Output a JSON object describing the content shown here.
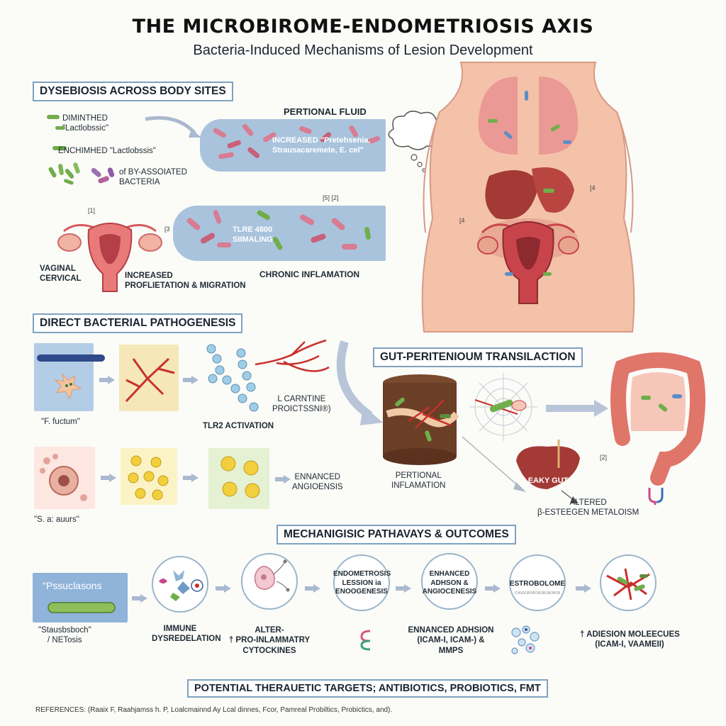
{
  "header": {
    "title": "THE MICROBIROME-ENDOMETRIOSIS AXIS",
    "subtitle": "Bacteria-Induced Mechanisms of Lesion Development"
  },
  "dysbiosis": {
    "section_title": "DYSEBIOSIS ACROSS BODY SITES",
    "diminished": "DIMINTHED\n\"Lactlobssic\"",
    "enriched": "ENCHIMHED \"Lactlobssis\"",
    "by_associated": "of BY-ASSOIATED\nBACTERIA",
    "peritoneal_fluid": "PERTIONAL FLUID",
    "increased_species": "INCREASED \"Pretehsenia,\nStrausacaremete, E. cel\"",
    "ref_1": "[1]",
    "ref_3": "[3",
    "ref_ref": "[5] [2]",
    "tlr_signaling": "TLRE 4800\nSIIMALING",
    "vaginal_cervical": "VAGINAL\nCERVICAL",
    "increased_prolif": "INCREASED\nPROFLIETATION & MIGRATION",
    "chronic_inflammation": "CHRONIC INFLAMATION",
    "body_ref_left": "[4",
    "body_ref_right": "[4"
  },
  "direct": {
    "section_title": "DIRECT BACTERIAL PATHOGENESIS",
    "f_fuctum": "\"F. fuctum\"",
    "tlr2": "TLR2 ACTIVATION",
    "l_carnitine": "L CARNTINE\nPROICTSSNI®)",
    "s_aureus": "\"S. a: auurs\"",
    "enhanced_angio": "ENNANCED\nANGIOENSIS"
  },
  "gut": {
    "section_title": "GUT-PERITENIOUM TRANSILACTION",
    "peritoneal_inflammation": "PERTIONAL\nINFLAMATION",
    "leaky_gut": "LEAKY GUT",
    "ref_2": "[2]",
    "altered": "ALTERED\nβ-ESTEEGEN METALOISM"
  },
  "mechanistic": {
    "section_title": "MECHANIGISIC PATHAVAYS & OUTCOMES",
    "pseudo_box": "\"Pssuclasons",
    "staus": "\"Stausbsboch\"\n/ NETosis",
    "immune": "IMMUNE\nDYSREDELATION",
    "alter": "ALTER-\n† PRO-INLAMMATRY\nCYTOCKINES",
    "circle_3": "ENDOMETROSIS\nLESSION ia\nENOOGENESIS",
    "circle_4": "ENHANCED\nADHSON &\nANGIOCENESIS",
    "circle_5": "ESTROBOLOME",
    "circle_5_sub": "CHSDOBOBOBOBOBOBOBO",
    "enhanced_adhesion": "ENNANCED ADHSION\n(ICAM-I, ICAM-) &\nMMPS",
    "adhesion_molecules": "† ADIESION MOLEECUES\n(ICAM-I, VAAMEII)"
  },
  "footer": {
    "targets": "POTENTIAL THERAUETIC TARGETS; ANTIBIOTICS, PROBIOTICS, FMT",
    "references": "REFERENCES: (Raaix F, Raahjamss h. P, Loalcmainnd Ay Lcal dinnes, Fcor, Pamreal Probiltics, Probictics, and)."
  },
  "colors": {
    "section_border": "#7fa2bf",
    "panel_blue": "#a9c3dc",
    "skin": "#f3c2a8",
    "organ_red": "#c9444a",
    "bacteria_green": "#6fae4a",
    "bacteria_pink": "#d77c92"
  }
}
